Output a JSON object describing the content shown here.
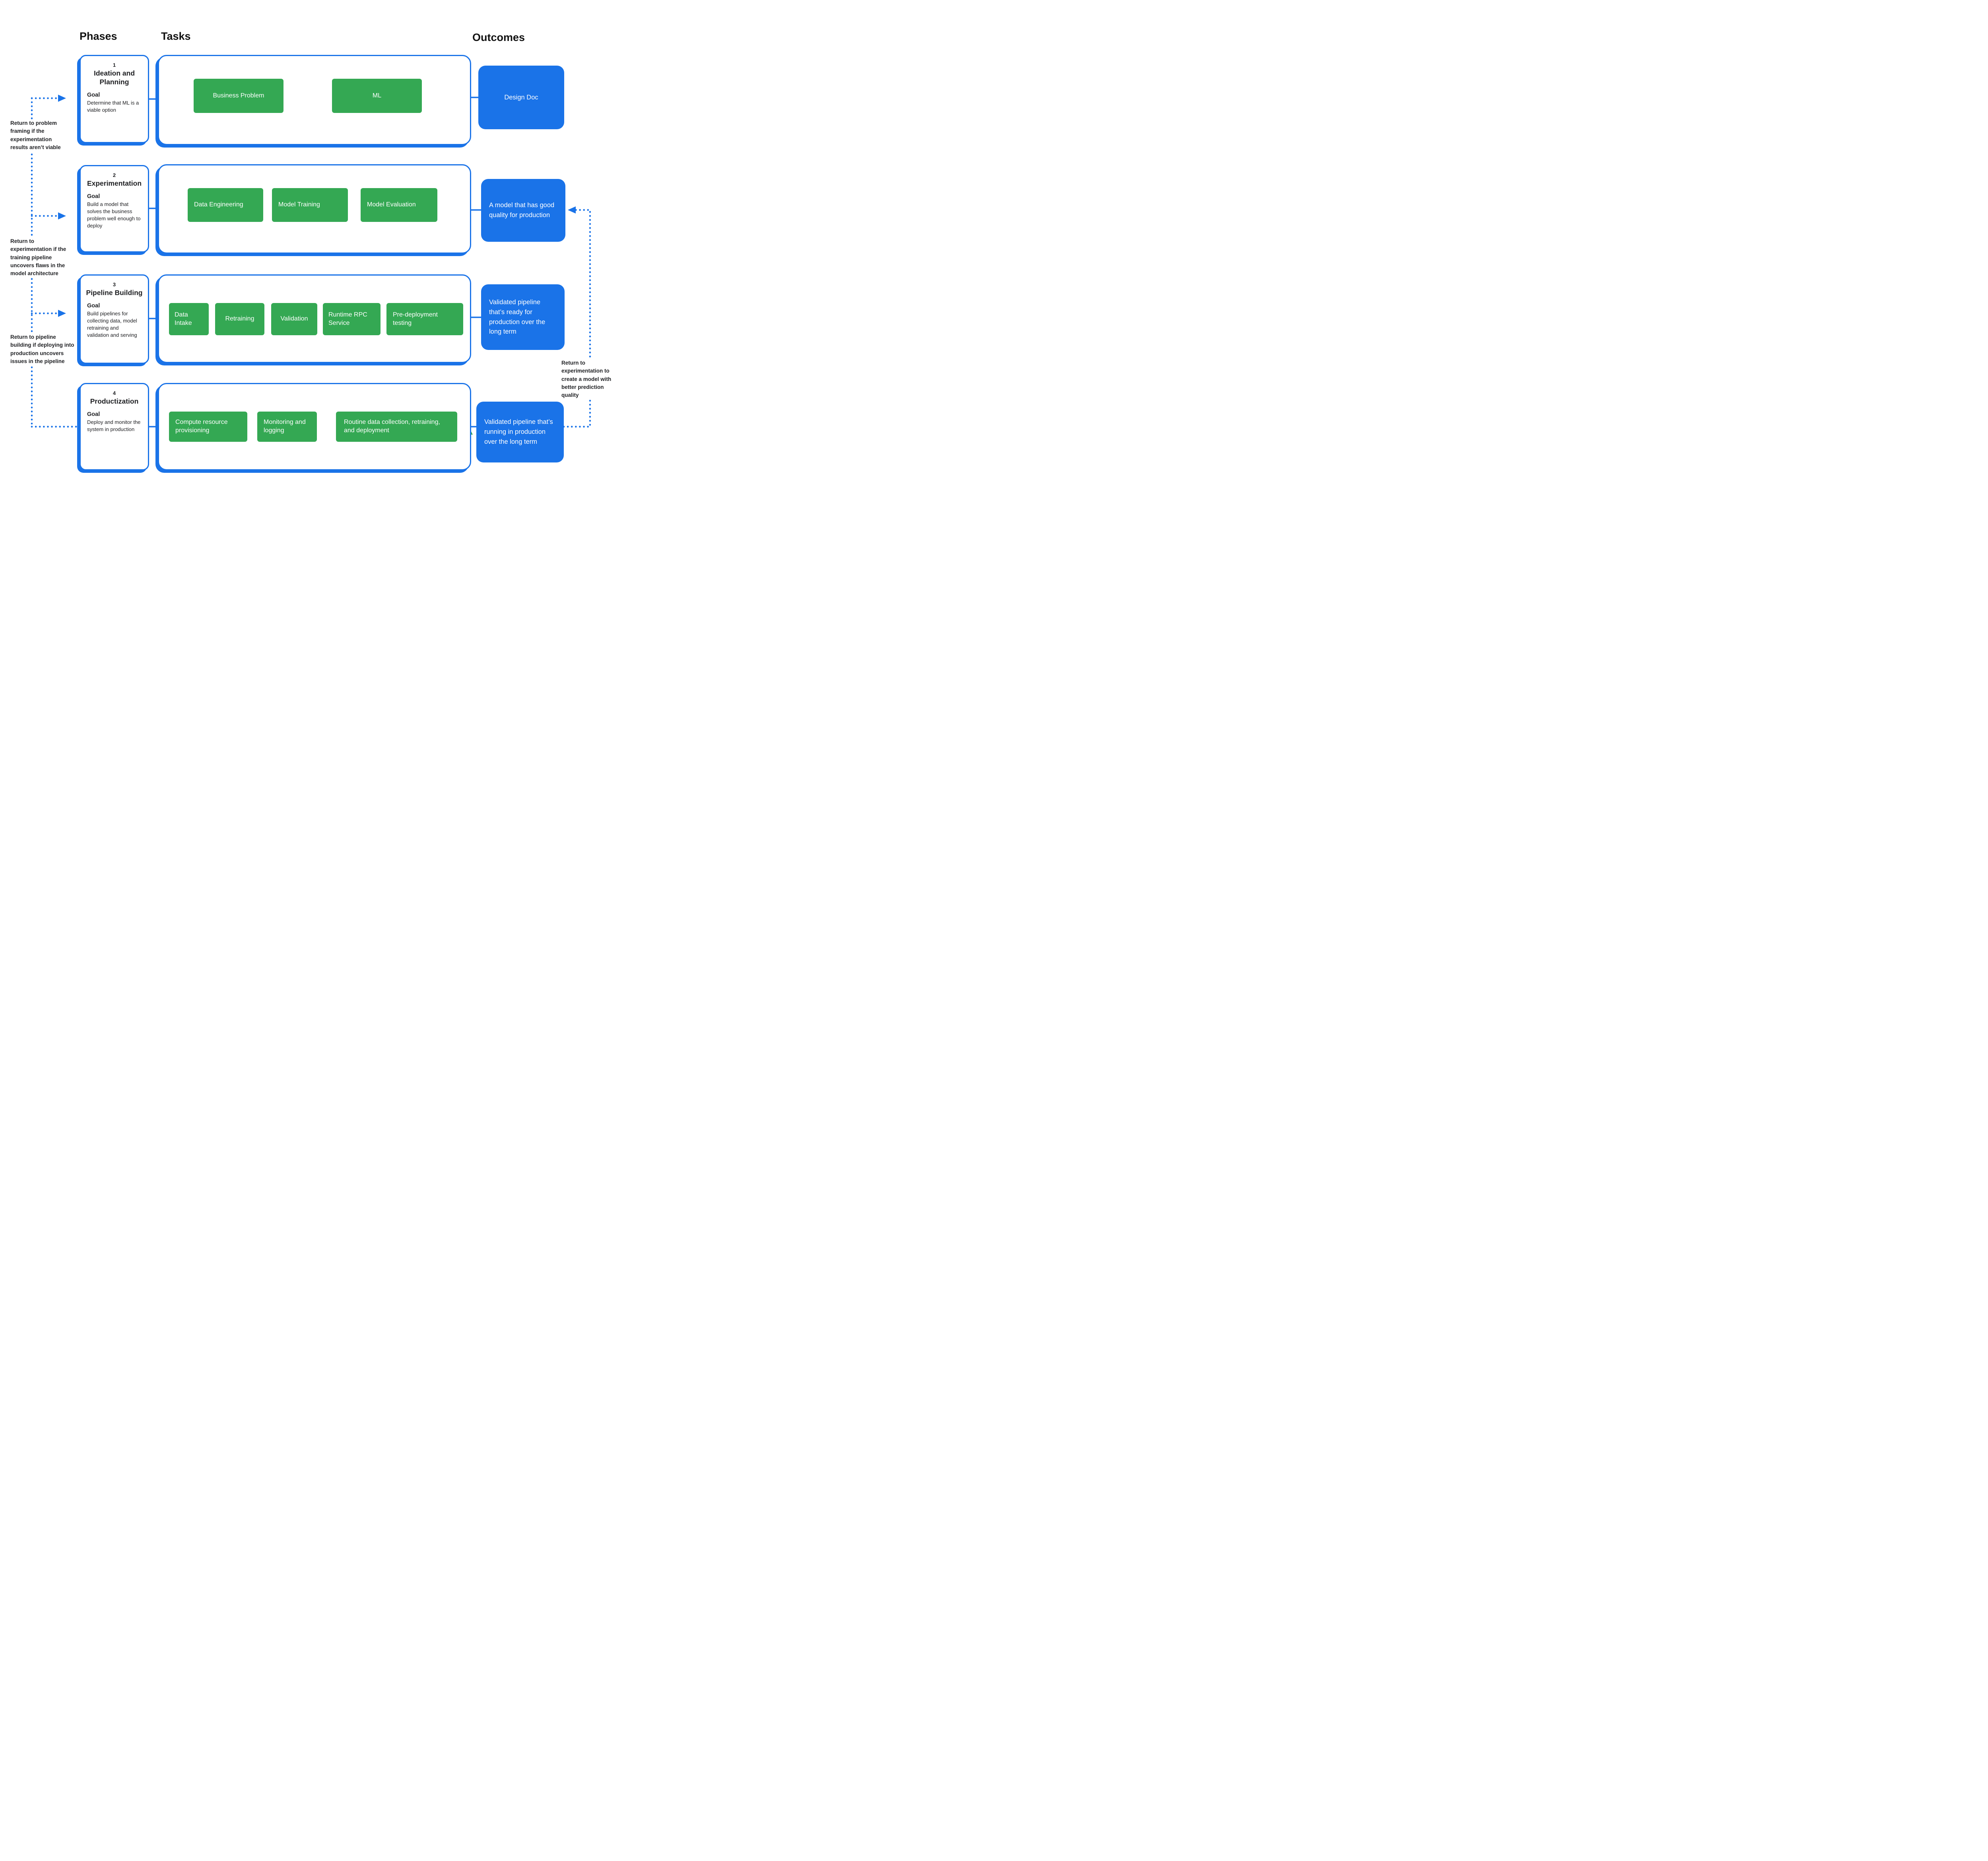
{
  "diagram": {
    "headers": {
      "phases": "Phases",
      "tasks": "Tasks",
      "outcomes": "Outcomes"
    },
    "labels": {
      "goal": "Goal"
    },
    "colors": {
      "green": "#34A853",
      "blue": "#1A73E8",
      "text_dark": "#202124",
      "background": "#FFFFFF"
    },
    "phases": [
      {
        "number": "1",
        "title": "Ideation and Planning",
        "goal": "Determine that ML is a viable option"
      },
      {
        "number": "2",
        "title": "Experimentation",
        "goal": "Build a model that solves the business problem well enough to deploy"
      },
      {
        "number": "3",
        "title": "Pipeline Building",
        "goal": "Build pipelines for collecting data, model retraining and validation and serving"
      },
      {
        "number": "4",
        "title": "Productization",
        "goal": "Deploy and monitor the system in production"
      }
    ],
    "task_rows": {
      "row1": [
        "Business Problem",
        "ML"
      ],
      "row2": [
        "Data Engineering",
        "Model Training",
        "Model Evaluation"
      ],
      "row3": [
        "Data Intake",
        "Retraining",
        "Validation",
        "Runtime RPC Service",
        "Pre-deployment testing"
      ],
      "row4": [
        "Compute resource provisioning",
        "Monitoring and logging",
        "Routine data collection, retraining, and deployment"
      ]
    },
    "outcomes": [
      "Design Doc",
      "A model that has good quality for production",
      "Validated pipeline that’s ready for production over the long term",
      "Validated pipeline that’s running in production over the long term"
    ],
    "return_notes": {
      "left1": "Return to problem framing if the experimentation results aren’t viable",
      "left2": "Return to experimentation if the training pipeline uncovers flaws in the model architecture",
      "left3": "Return to pipeline building if deploying into production uncovers issues in the pipeline",
      "right1": "Return to experimentation to create a model with better prediction quality"
    }
  }
}
